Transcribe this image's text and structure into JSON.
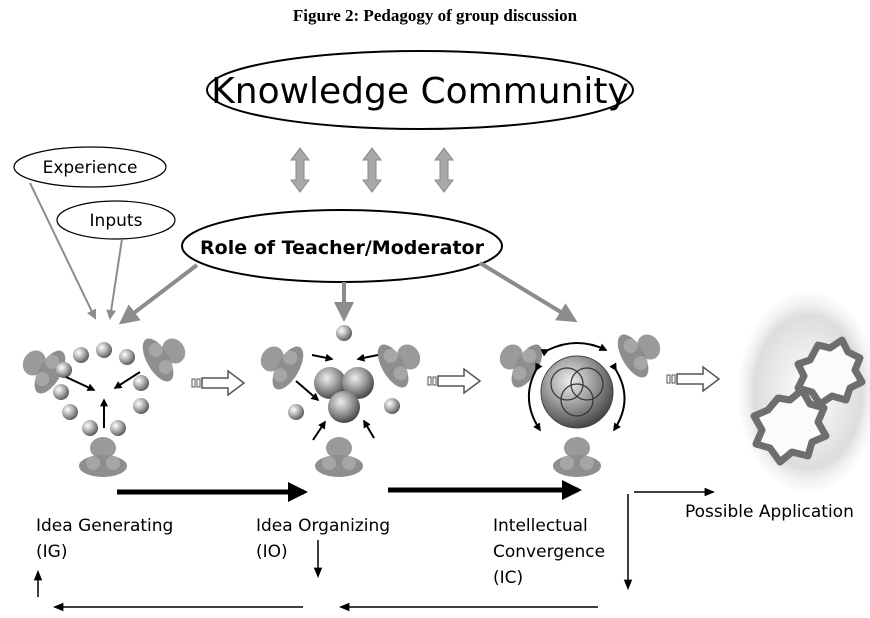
{
  "figure": {
    "title": "Figure 2: Pedagogy of group discussion"
  },
  "nodes": {
    "knowledge_community": "Knowledge Community",
    "experience": "Experience",
    "inputs": "Inputs",
    "role": "Role of Teacher/Moderator"
  },
  "stages": {
    "ig_line1": "Idea Generating",
    "ig_line2": "(IG)",
    "io_line1": "Idea Organizing",
    "io_line2": "(IO)",
    "ic_line1": "Intellectual",
    "ic_line2": "Convergence",
    "ic_line3": "(IC)",
    "application": "Possible Application"
  },
  "colors": {
    "figure_fill": "#9a9a9a",
    "arrow_gray": "#8c8c8c",
    "gear_stroke": "#6e6e6e"
  }
}
